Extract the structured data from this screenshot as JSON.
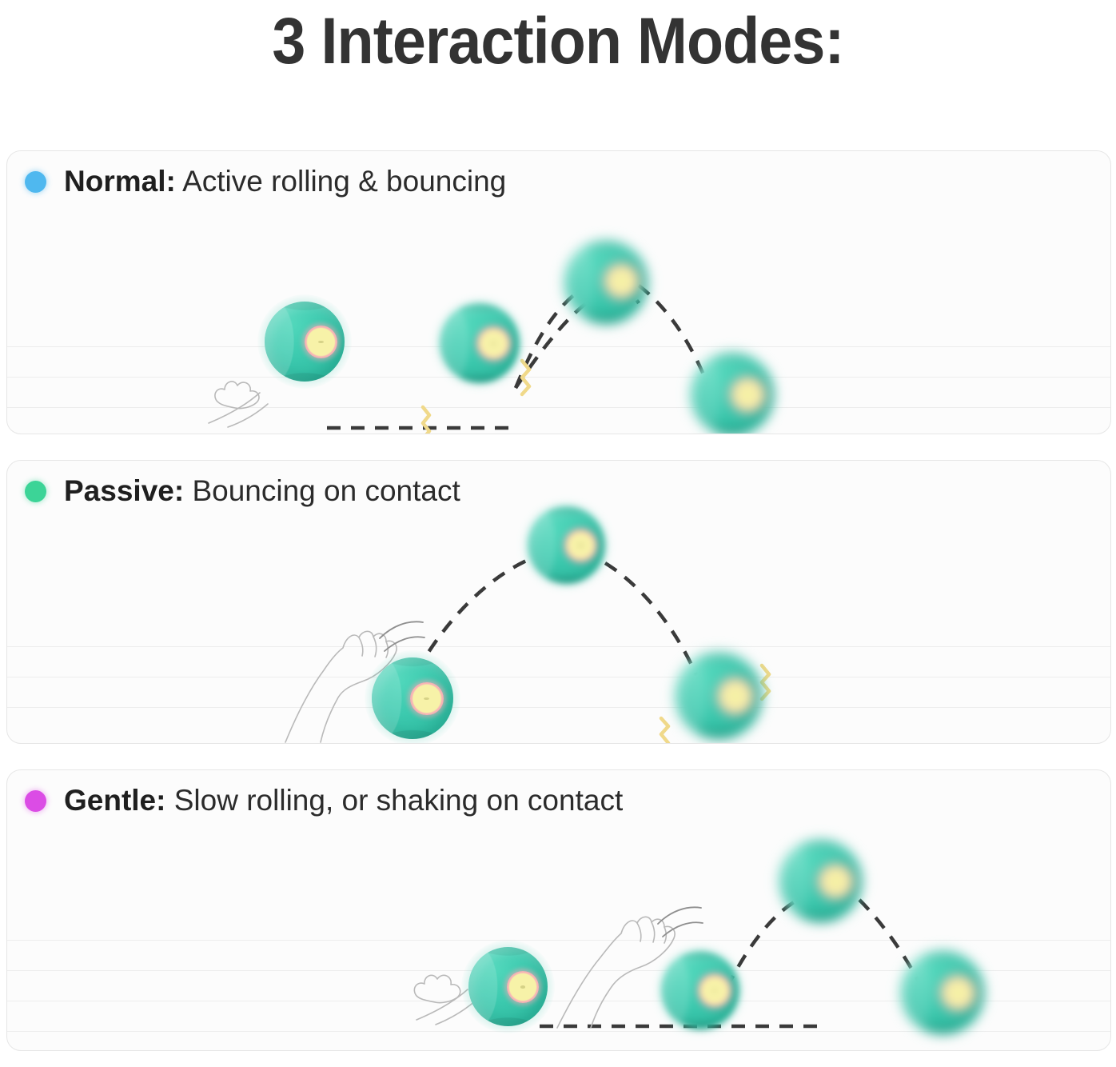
{
  "title": "3 Interaction Modes:",
  "modes": [
    {
      "id": "normal",
      "dot_color": "#4FB8EF",
      "dot_name": "mode-dot-normal",
      "lead": "Normal:",
      "desc": "Active rolling & bouncing",
      "illustration": "rolling ball with paw print trail, bounce arc, vibration sparks"
    },
    {
      "id": "passive",
      "dot_color": "#3CD497",
      "dot_name": "mode-dot-passive",
      "lead": "Passive:",
      "desc": "Bouncing on contact",
      "illustration": "cat paw tapping ball, high bounce arc, impact sparks"
    },
    {
      "id": "gentle",
      "dot_color": "#DB4CE5",
      "dot_name": "mode-dot-gentle",
      "lead": "Gentle:",
      "desc": "Slow rolling, or shaking on contact",
      "illustration": "paw print trail, slow roll, cat paw contact, small bounce arc"
    }
  ],
  "palette": {
    "title_color": "#333333",
    "text_color": "#1f1f1f",
    "card_bg": "#fcfcfc",
    "card_border": "#e6e6e6",
    "rule_line": "#ededed",
    "ball_teal": "#3ECBB0",
    "ball_ring_pink": "#F3A1AE",
    "ball_core_yellow": "#F7F2A8",
    "trajectory_dash": "#3A3A3A",
    "spark_yellow": "#F0D98A",
    "line_art": "#B9B9B9"
  }
}
